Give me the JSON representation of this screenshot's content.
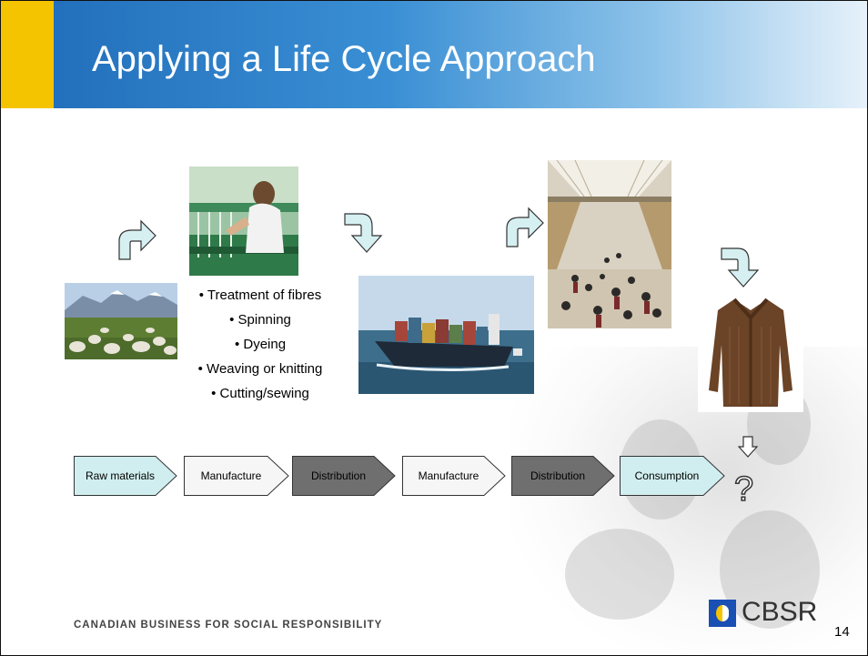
{
  "slide": {
    "title": "Applying a Life Cycle Approach",
    "page_number": "14",
    "footer": "CANADIAN BUSINESS FOR SOCIAL RESPONSIBILITY",
    "logo_text": "CBSR"
  },
  "manufacture_steps": [
    "• Treatment of fibres",
    "• Spinning",
    "• Dyeing",
    "• Weaving or knitting",
    "• Cutting/sewing"
  ],
  "flow": [
    {
      "label": "Raw materials",
      "color": "#d0eeef"
    },
    {
      "label": "Manufacture",
      "color": "#f6f6f6"
    },
    {
      "label": "Distribution",
      "color": "#6f6f6f"
    },
    {
      "label": "Manufacture",
      "color": "#f6f6f6"
    },
    {
      "label": "Distribution",
      "color": "#6f6f6f"
    },
    {
      "label": "Consumption",
      "color": "#d0eeef"
    }
  ],
  "end_symbol": "?",
  "images": [
    "sheep-photo",
    "factory-worker-photo",
    "container-ship-photo",
    "shopping-mall-photo",
    "brown-sweater-photo"
  ]
}
